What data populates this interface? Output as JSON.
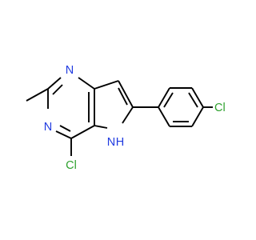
{
  "molecule": {
    "atoms": {
      "n1": "N",
      "n3": "N",
      "nh": "H",
      "nh_n": "N",
      "cl_ring": "Cl",
      "cl_phenyl": "Cl"
    },
    "colors": {
      "bond": "#000000",
      "nitrogen": "#1f3ae0",
      "chlorine": "#2ea12e",
      "background": "#ffffff"
    }
  }
}
